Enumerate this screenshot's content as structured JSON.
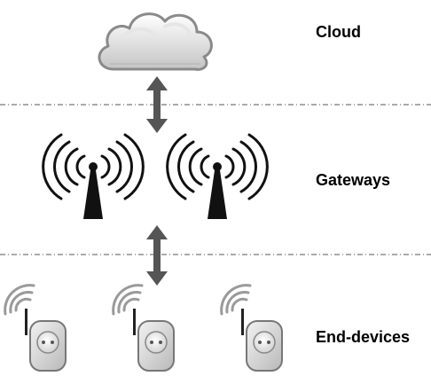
{
  "layers": [
    {
      "key": "cloud",
      "label": "Cloud",
      "icon": "cloud-icon",
      "count": 1
    },
    {
      "key": "gateways",
      "label": "Gateways",
      "icon": "antenna-tower-icon",
      "count": 2
    },
    {
      "key": "end_devices",
      "label": "End-devices",
      "icon": "smart-plug-icon",
      "count": 3
    }
  ],
  "connectors": [
    {
      "from": "cloud",
      "to": "gateways",
      "icon": "double-arrow-icon"
    },
    {
      "from": "gateways",
      "to": "end_devices",
      "icon": "double-arrow-icon"
    }
  ],
  "colors": {
    "arrow": "#555555",
    "separator": "#555555",
    "tower": "#111111",
    "cloud_stroke": "#8a8a8a",
    "plug_body": "#d8d8d8"
  }
}
